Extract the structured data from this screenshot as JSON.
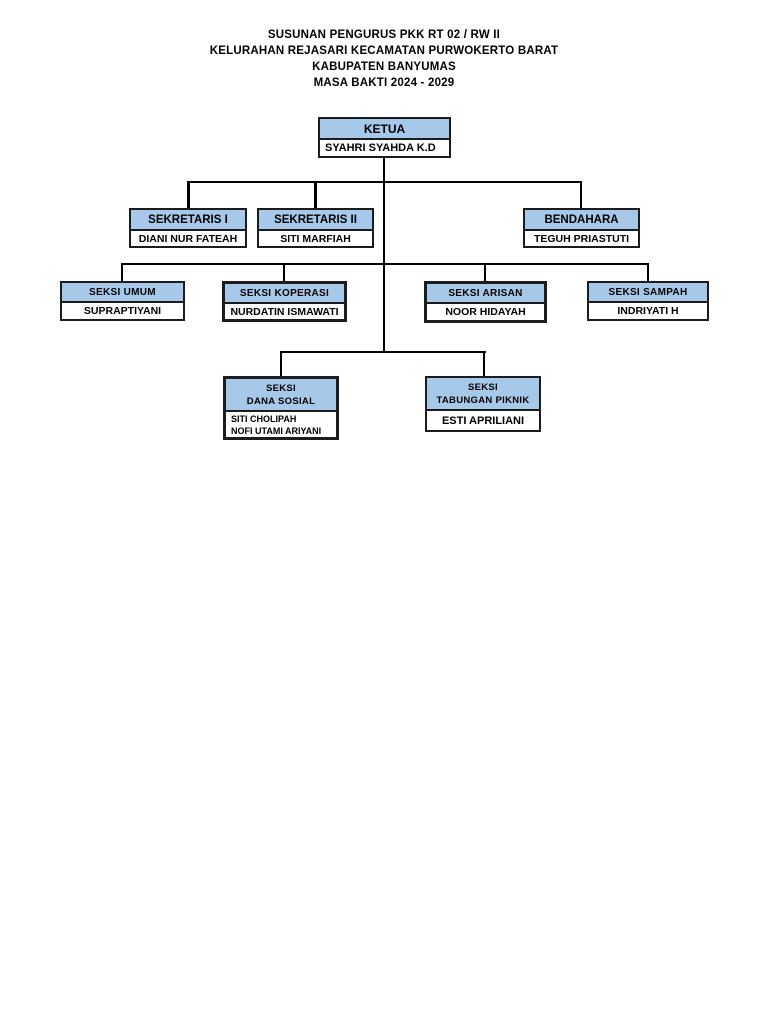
{
  "document": {
    "title_lines": [
      "SUSUNAN PENGURUS PKK RT 02 / RW II",
      "KELURAHAN REJASARI KECAMATAN PURWOKERTO BARAT",
      "KABUPATEN BANYUMAS",
      "MASA BAKTI 2024 - 2029"
    ]
  },
  "colors": {
    "page_background": "#FFFFFF",
    "node_header_fill": "#A7C9E9",
    "node_border": "#1C1C1C",
    "connector_line": "#000000",
    "text": "#000000"
  },
  "org_chart": {
    "type": "organizational-chart",
    "nodes": [
      {
        "id": "ketua",
        "title_lines": [
          "KETUA"
        ],
        "members": [
          "SYAHRI SYAHDA K.D"
        ],
        "reports_to": null
      },
      {
        "id": "sekretaris-i",
        "title_lines": [
          "SEKRETARIS I"
        ],
        "members": [
          "DIANI NUR FATEAH"
        ],
        "reports_to": "ketua"
      },
      {
        "id": "sekretaris-ii",
        "title_lines": [
          "SEKRETARIS II"
        ],
        "members": [
          "SITI MARFIAH"
        ],
        "reports_to": "ketua"
      },
      {
        "id": "bendahara",
        "title_lines": [
          "BENDAHARA"
        ],
        "members": [
          "TEGUH PRIASTUTI"
        ],
        "reports_to": "ketua"
      },
      {
        "id": "seksi-umum",
        "title_lines": [
          "SEKSI UMUM"
        ],
        "members": [
          "SUPRAPTIYANI"
        ],
        "reports_to": "ketua"
      },
      {
        "id": "seksi-koperasi",
        "title_lines": [
          "SEKSI KOPERASI"
        ],
        "members": [
          "NURDATIN ISMAWATI"
        ],
        "reports_to": "ketua"
      },
      {
        "id": "seksi-arisan",
        "title_lines": [
          "SEKSI ARISAN"
        ],
        "members": [
          "NOOR HIDAYAH"
        ],
        "reports_to": "ketua"
      },
      {
        "id": "seksi-sampah",
        "title_lines": [
          "SEKSI SAMPAH"
        ],
        "members": [
          "INDRIYATI H"
        ],
        "reports_to": "ketua"
      },
      {
        "id": "seksi-dana-sosial",
        "title_lines": [
          "SEKSI",
          "DANA SOSIAL"
        ],
        "members": [
          "SITI CHOLIPAH",
          "NOFI UTAMI ARIYANI"
        ],
        "reports_to": "ketua"
      },
      {
        "id": "seksi-tabungan-piknik",
        "title_lines": [
          "SEKSI",
          "TABUNGAN PIKNIK"
        ],
        "members": [
          "ESTI APRILIANI"
        ],
        "reports_to": "ketua"
      }
    ]
  }
}
